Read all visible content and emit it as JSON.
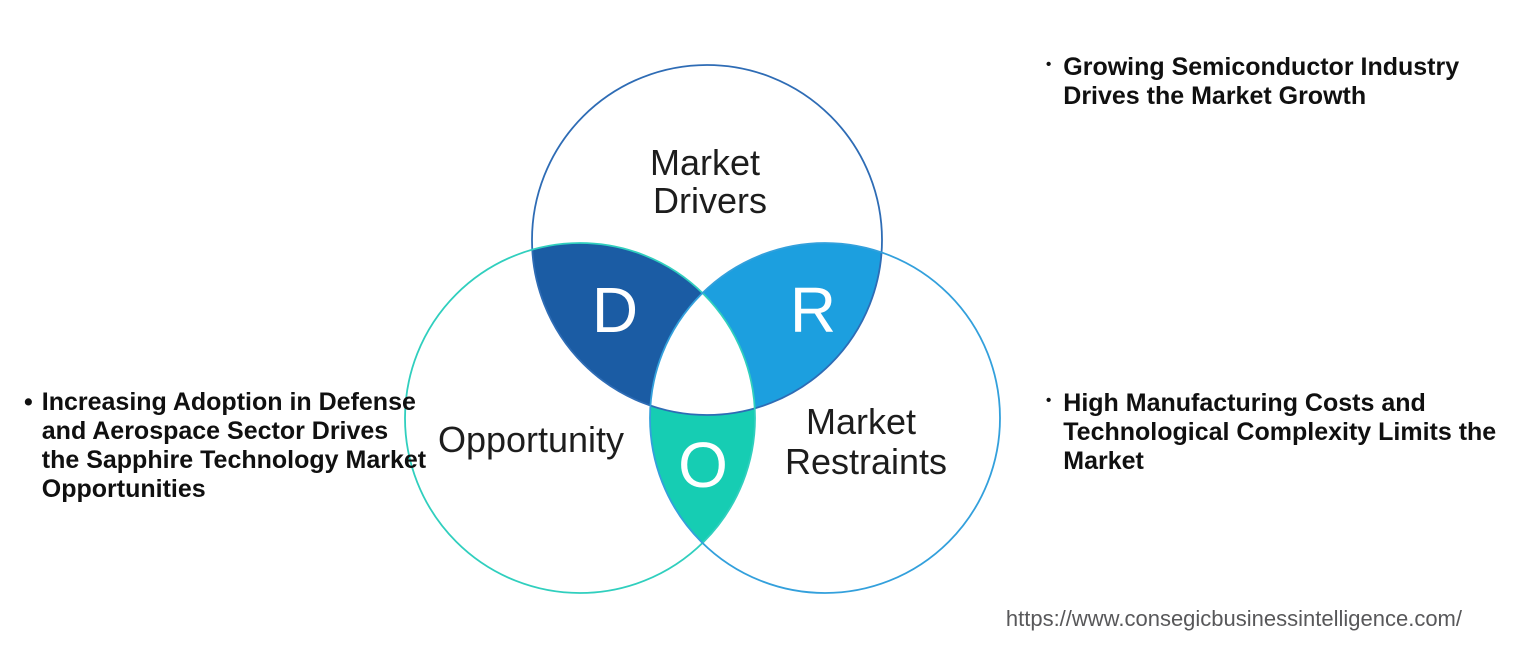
{
  "venn": {
    "circles": {
      "drivers": {
        "label_lines": [
          "Market",
          "Drivers"
        ],
        "letter": "D",
        "stroke_color": "#2e6cb5",
        "overlap_fill": "#1b5ca4"
      },
      "opportunity": {
        "label": "Opportunity",
        "letter": "O",
        "stroke_color": "#30cfbe",
        "overlap_fill": "#16cdb3"
      },
      "restraints": {
        "label_lines": [
          "Market",
          "Restraints"
        ],
        "letter": "R",
        "stroke_color": "#33a0dc",
        "overlap_fill": "#1c9fdf"
      }
    },
    "center_fill": "#ffffff"
  },
  "annotations": {
    "left_bullet": {
      "marker": "•",
      "lines": [
        "Increasing Adoption in Defense",
        "and Aerospace Sector Drives",
        "the Sapphire Technology Market",
        "Opportunities"
      ]
    },
    "right_top_bullet": {
      "marker": "•",
      "lines": [
        "Growing Semiconductor Industry",
        "Drives the Market Growth"
      ]
    },
    "right_bottom_bullet": {
      "marker": "•",
      "lines": [
        "High Manufacturing Costs and",
        "Technological Complexity Limits the",
        "Market"
      ]
    }
  },
  "footer": {
    "url": "https://www.consegicbusinessintelligence.com/"
  }
}
